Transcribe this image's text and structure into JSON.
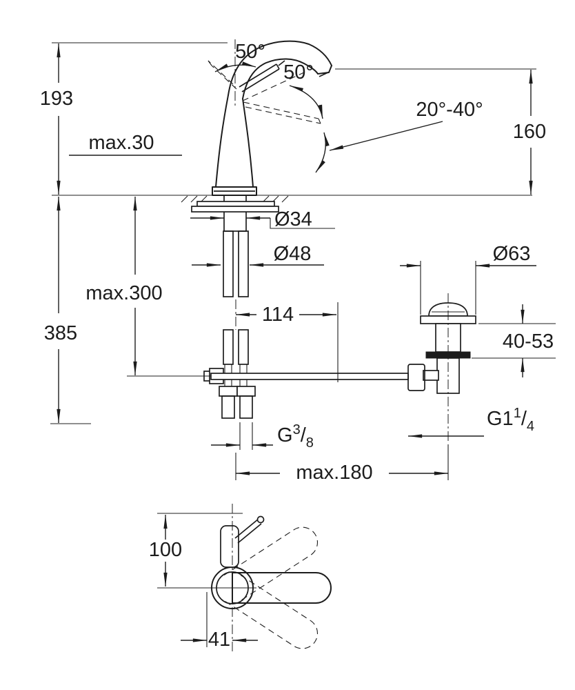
{
  "colors": {
    "line": "#1c1c1c",
    "background": "#ffffff"
  },
  "side_view": {
    "labels": {
      "lever_swing_top": "50°",
      "lever_swing_front": "50°",
      "spout_swivel_range": "20°-40°",
      "height_overall": "193",
      "spout_height": "160",
      "deck_thickness_max": "max.30",
      "shank_diameter": "Ø34",
      "hole_diameter": "Ø48",
      "hose_length_max": "max.300",
      "overall_depth": "385",
      "rod_offset": "114",
      "waste_flange_diameter": "Ø63",
      "clamping_range": "40-53",
      "span_max": "max.180",
      "hose_thread": {
        "prefix": "G",
        "sup": "3",
        "slash": "/",
        "sub": "8"
      },
      "waste_thread": {
        "prefix": "G1",
        "sup": "1",
        "slash": "/",
        "sub": "4"
      }
    }
  },
  "top_view": {
    "labels": {
      "handle_height": "100",
      "handle_offset": "41"
    }
  }
}
